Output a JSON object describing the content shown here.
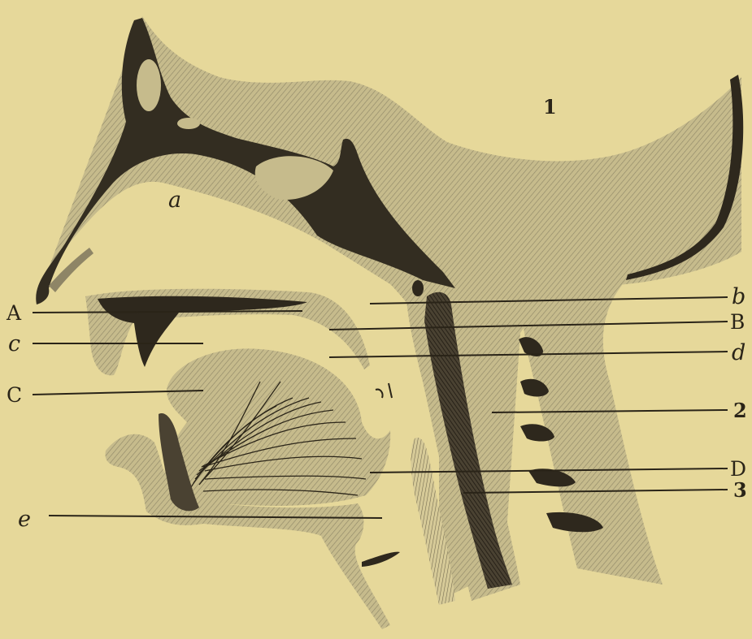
{
  "figure": {
    "labels": {
      "region_1": "1",
      "a": "a",
      "A": "A",
      "c": "c",
      "C": "C",
      "e": "e",
      "b": "b",
      "B": "B",
      "d": "d",
      "n2": "2",
      "D": "D",
      "n3": "3"
    },
    "colors": {
      "paper": "#e6d89a",
      "tissue": "#c4b98a",
      "bone": "#3a3426",
      "ink": "#2a2418"
    }
  }
}
